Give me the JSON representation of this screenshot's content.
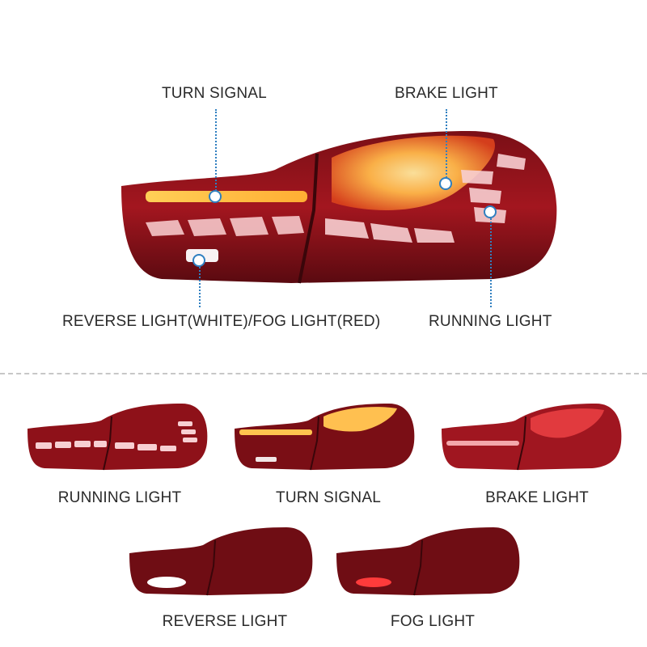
{
  "main_image": {
    "callouts": {
      "turn_signal": "TURN SIGNAL",
      "brake_light": "BRAKE LIGHT",
      "reverse_fog": "REVERSE LIGHT(WHITE)/FOG LIGHT(RED)",
      "running_light": "RUNNING LIGHT"
    },
    "accent_color": "#2f7fc0"
  },
  "variants": [
    {
      "label": "RUNNING LIGHT"
    },
    {
      "label": "TURN SIGNAL"
    },
    {
      "label": "BRAKE LIGHT"
    },
    {
      "label": "REVERSE LIGHT"
    },
    {
      "label": "FOG LIGHT"
    }
  ]
}
